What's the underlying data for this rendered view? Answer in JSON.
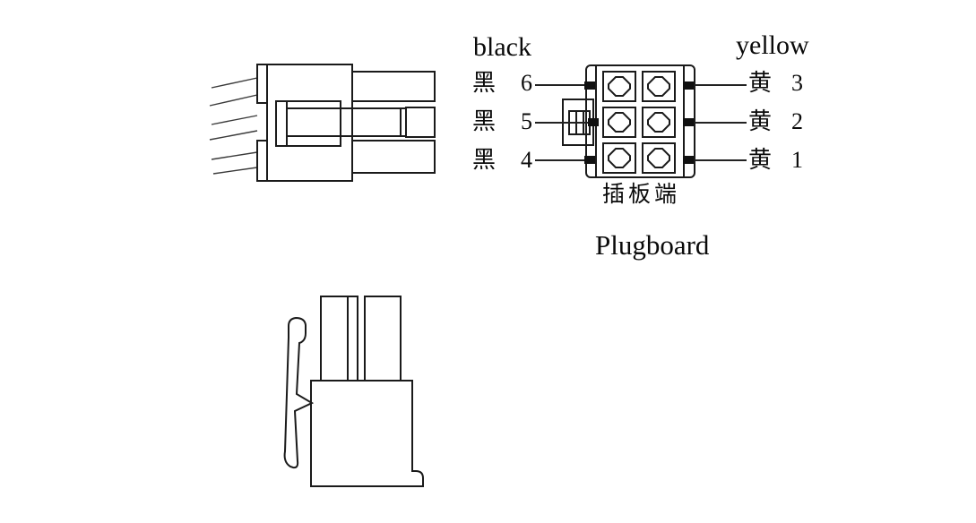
{
  "diagram": {
    "wire_color_left_en": "black",
    "wire_color_right_en": "yellow",
    "left_pins": [
      {
        "color": "黑",
        "num": "6"
      },
      {
        "color": "黑",
        "num": "5"
      },
      {
        "color": "黑",
        "num": "4"
      }
    ],
    "right_pins": [
      {
        "color": "黄",
        "num": "3"
      },
      {
        "color": "黄",
        "num": "2"
      },
      {
        "color": "黄",
        "num": "1"
      }
    ],
    "caption_cn": "插板端",
    "caption_en": "Plugboard",
    "line_color": "#1a1a1a"
  }
}
